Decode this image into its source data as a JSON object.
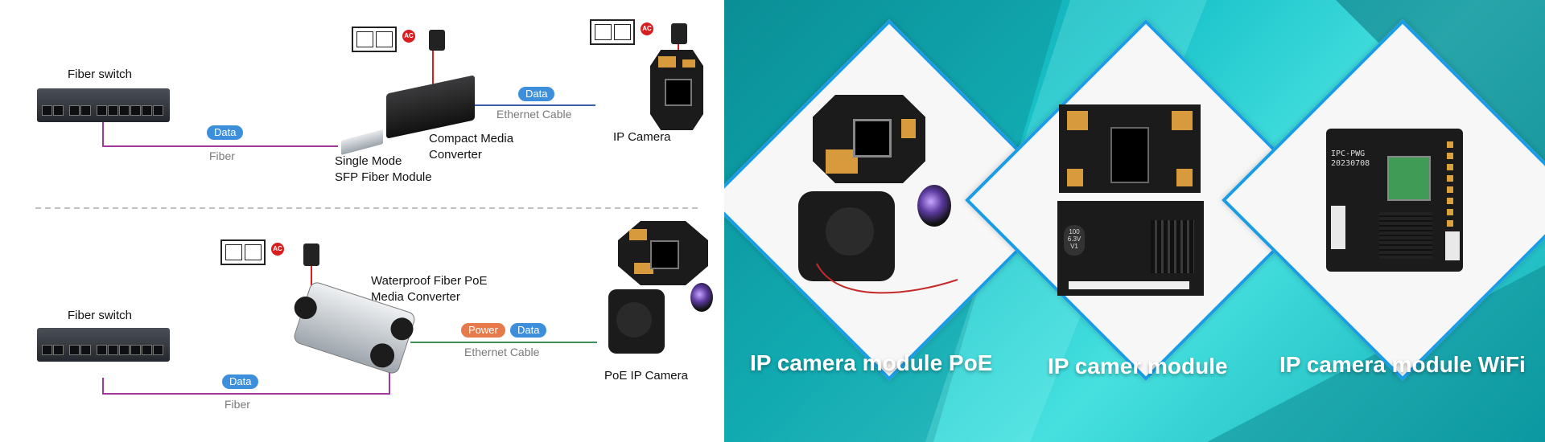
{
  "top": {
    "fiber_switch": "Fiber switch",
    "data_pill_1": "Data",
    "fiber_label": "Fiber",
    "sfp_label_1": "Single Mode",
    "sfp_label_2": "SFP Fiber Module",
    "converter_label_1": "Compact Media",
    "converter_label_2": "Converter",
    "data_pill_2": "Data",
    "ethernet_label": "Ethernet Cable",
    "ip_camera_label": "IP Camera",
    "ac_1": "AC",
    "ac_2": "AC"
  },
  "bottom": {
    "fiber_switch": "Fiber switch",
    "poe_converter_label_1": "Waterproof Fiber PoE",
    "poe_converter_label_2": "Media Converter",
    "power_pill": "Power",
    "data_pill_1": "Data",
    "ethernet_label": "Ethernet Cable",
    "data_pill_2": "Data",
    "fiber_label": "Fiber",
    "poe_camera_label": "PoE IP Camera",
    "ac": "AC"
  },
  "banner": {
    "title_poe": "IP camera module PoE",
    "title_module": "IP camer module",
    "title_wifi": "IP camera module WiFi",
    "board_text_1": "IPC-PWG",
    "board_text_2": "20230708",
    "cap_text_1": "100",
    "cap_text_2": "6.3V",
    "cap_text_3": "V1"
  },
  "colors": {
    "fiber_line": "#a3379f",
    "ethernet_line_top": "#3a5da8",
    "ethernet_line_bottom": "#3e8f5a",
    "power_cord": "#d81e1e",
    "data_pill": "#3d8fdc",
    "power_pill": "#e67a4a",
    "banner_teal": "#18c2c9",
    "diamond_border": "#1a9de6"
  }
}
